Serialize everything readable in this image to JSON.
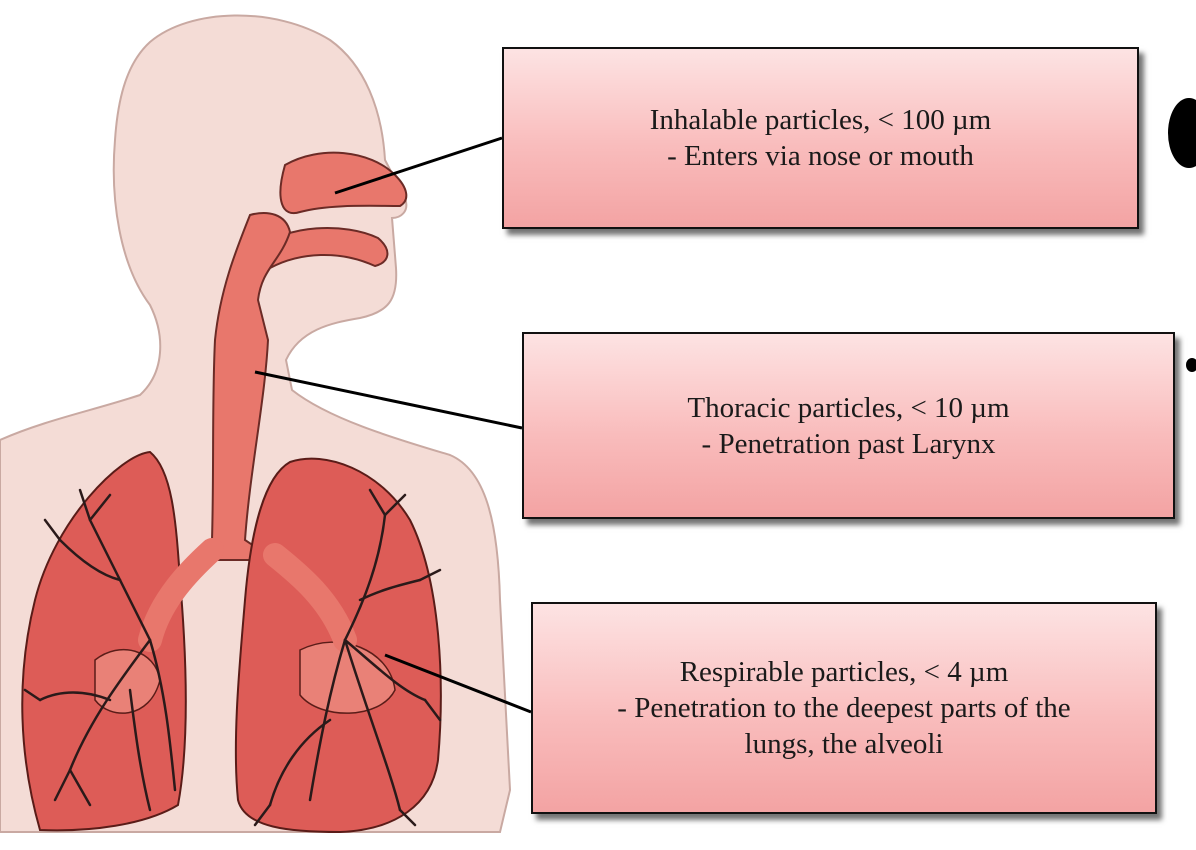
{
  "callouts": {
    "inhalable": {
      "line1": "Inhalable particles, < 100 µm",
      "line2": "- Enters via nose or mouth"
    },
    "thoracic": {
      "line1": "Thoracic particles, < 10 µm",
      "line2": "- Penetration past Larynx"
    },
    "respirable": {
      "line1": "Respirable particles, < 4 µm",
      "line2": "- Penetration to the deepest parts of the",
      "line3": "lungs, the alveoli"
    }
  },
  "colors": {
    "body_skin": "#f4dcd6",
    "airway": "#e8776c",
    "lung": "#dd5c57",
    "bronchi_outline": "#2a1a1a",
    "callout_fill": "#f9bcbc",
    "callout_border": "#111111"
  }
}
